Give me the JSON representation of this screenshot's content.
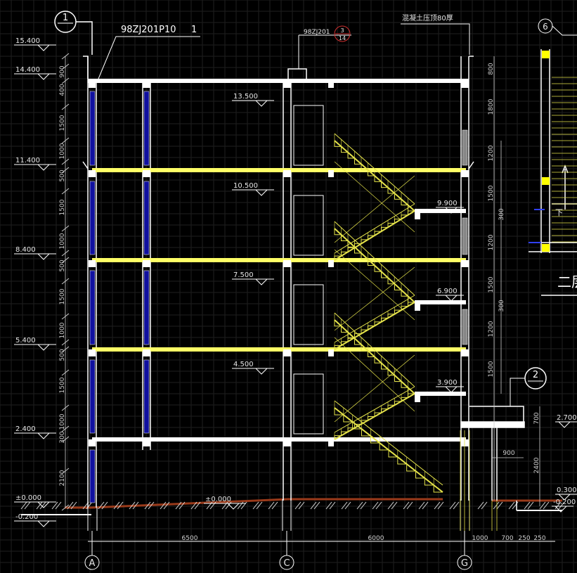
{
  "drawing": {
    "ref_main": "98ZJ201P10",
    "ref_main_num": "1",
    "ref_stair": "98ZJ201",
    "ref_stair_num": "3",
    "ref_stair_sheet": "14",
    "roof_note": "混凝土压顶80厚",
    "section_label": "二层",
    "section_label_small": "下"
  },
  "detail_markers": {
    "d1_num": "1",
    "d2_num": "2",
    "d6_num": "6"
  },
  "elevations": {
    "left": [
      "15.400",
      "14.400",
      "11.400",
      "8.400",
      "5.400",
      "2.400",
      "±0.000",
      "-0.200"
    ],
    "inner": [
      "13.500",
      "10.500",
      "7.500",
      "4.500",
      "±0.000"
    ],
    "landings": [
      "9.900",
      "6.900",
      "3.900"
    ],
    "right": [
      "2.700",
      "0.300",
      "-0.200"
    ]
  },
  "dims": {
    "left_vertical": [
      "900",
      "400",
      "1500",
      "1000",
      "500",
      "1500",
      "1000",
      "500",
      "1500",
      "1000",
      "500",
      "1500",
      "1000",
      "300",
      "2100"
    ],
    "right_vertical": [
      "800",
      "1800",
      "1200",
      "1500",
      "300",
      "1200",
      "1500",
      "300",
      "1200",
      "1500",
      "700",
      "2400"
    ],
    "bottom": [
      "6500",
      "6000",
      "1000",
      "700",
      "250",
      "250"
    ],
    "small": "900"
  },
  "axes": {
    "a": "A",
    "c": "C",
    "g": "G"
  },
  "colors": {
    "background": "#000000",
    "grid": "#1f1f1f",
    "wall": "#ffffff",
    "window": "#1010a0",
    "stair": "#e5e34a",
    "slab_highlight": "#ffff66",
    "ground": "#9a3a1a",
    "marker_red": "#d03030"
  }
}
